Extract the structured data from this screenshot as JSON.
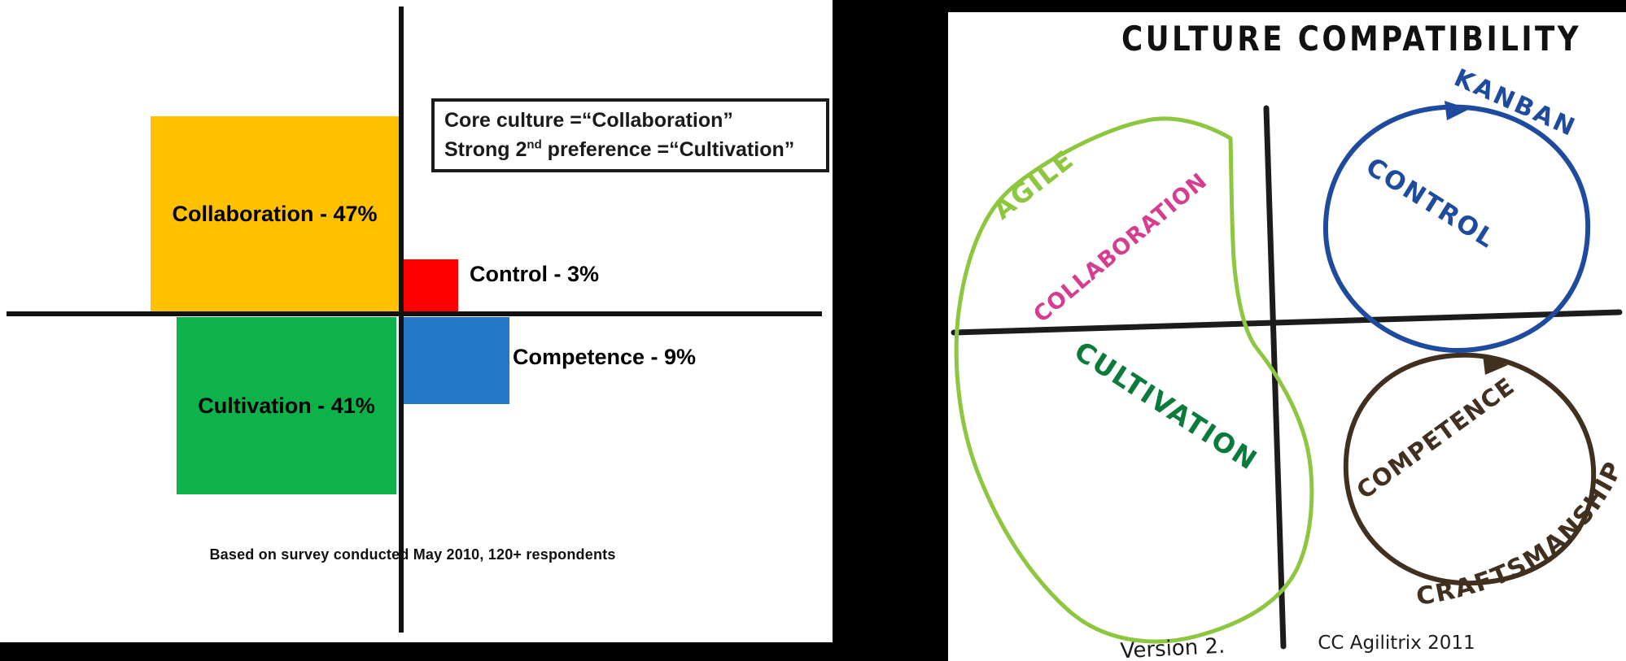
{
  "page": {
    "background": "#000000",
    "left_panel_bg": "#ffffff",
    "right_panel_bg": "#ffffff"
  },
  "left_chart": {
    "axis_color": "#111111",
    "info_box": {
      "line1_prefix": "Core culture =",
      "line1_value": "“Collaboration”",
      "line2_prefix": "Strong 2",
      "line2_superscript": "nd",
      "line2_mid": " preference =",
      "line2_value": "“Cultivation”"
    },
    "bars": [
      {
        "name": "Collaboration",
        "label": "Collaboration - 47%",
        "value_pct": 47,
        "color": "#FFC000",
        "quadrant": "top-left"
      },
      {
        "name": "Control",
        "label": "Control - 3%",
        "value_pct": 3,
        "color": "#FF0000",
        "quadrant": "top-right"
      },
      {
        "name": "Cultivation",
        "label": "Cultivation - 41%",
        "value_pct": 41,
        "color": "#0DB24A",
        "quadrant": "bottom-left"
      },
      {
        "name": "Competence",
        "label": "Competence - 9%",
        "value_pct": 9,
        "color": "#2577C8",
        "quadrant": "bottom-right"
      }
    ],
    "caption": "Based on survey conducted May 2010, 120+ respondents"
  },
  "right_diagram": {
    "title": "CULTURE COMPATIBILITY",
    "labels": {
      "agile": "AGILE",
      "collaboration": "COLLABORATION",
      "cultivation": "CULTIVATION",
      "kanban": "KANBAN",
      "control": "CONTROL",
      "competence": "COMPETENCE",
      "craftsmanship": "CRAFTSMANSHIP",
      "version": "Version 2.",
      "credit": "CC Agilitrix 2011"
    },
    "colors": {
      "agile_green": "#8DC63F",
      "cultivation_green": "#0B7B3C",
      "collaboration_magenta": "#D63C8F",
      "kanban_blue": "#1E4B9E",
      "craftsmanship_brown": "#41301F",
      "axis_black": "#1C1C1C",
      "title_black": "#111111"
    }
  },
  "chart_data": {
    "type": "bar",
    "title": "",
    "categories": [
      "Collaboration",
      "Control",
      "Cultivation",
      "Competence"
    ],
    "values": [
      47,
      3,
      41,
      9
    ],
    "unit": "%",
    "caption": "Based on survey conducted May 2010, 120+ respondents",
    "annotations": [
      "Core culture = “Collaboration”",
      "Strong 2nd preference = “Cultivation”"
    ],
    "layout": "Quadrant chart around crossed axes: Collaboration bar top-left above axis, Control top-right, Cultivation bottom-left below axis, Competence bottom-right; bar area proportional to percentage"
  }
}
